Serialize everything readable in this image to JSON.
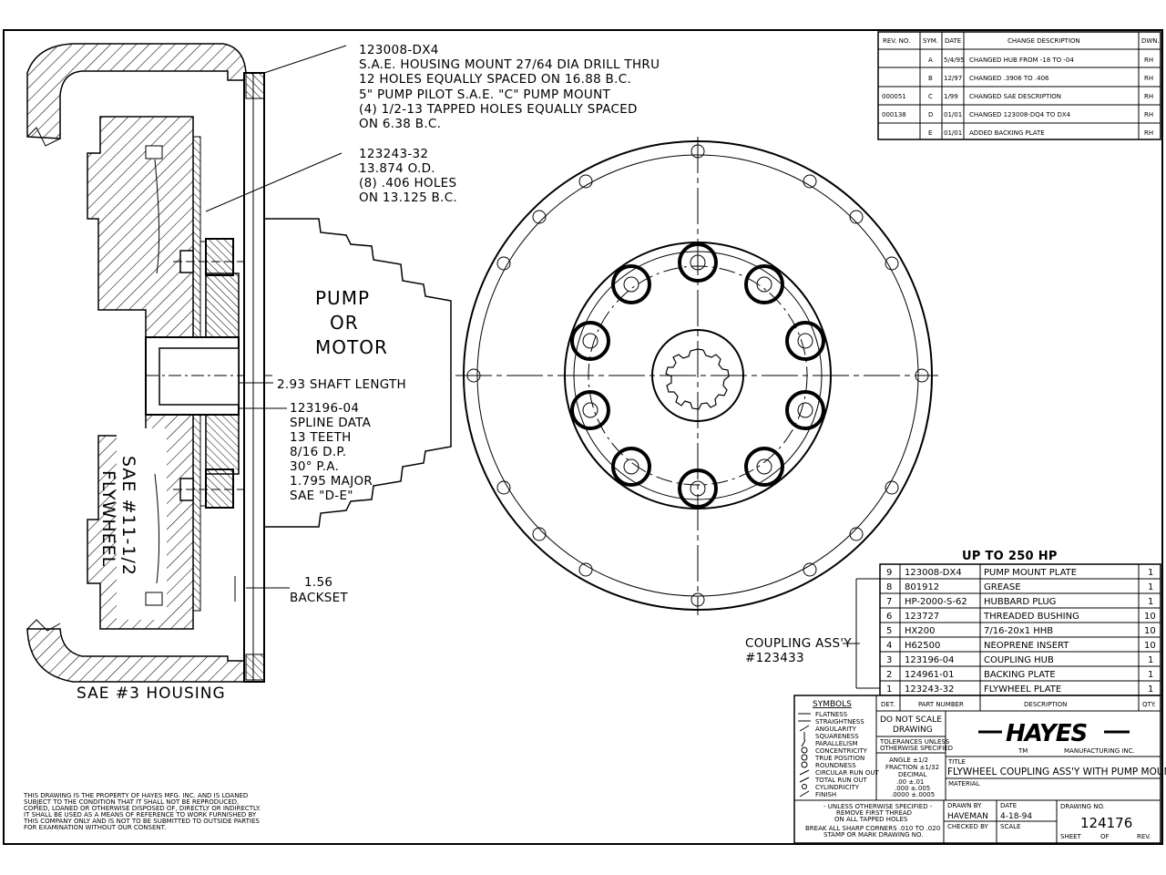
{
  "notes": {
    "housing_mount": [
      "123008-DX4",
      "S.A.E. HOUSING MOUNT 27/64 DIA DRILL THRU",
      "12 HOLES EQUALLY SPACED ON 16.88 B.C.",
      "5\" PUMP PILOT S.A.E. \"C\" PUMP MOUNT",
      "(4) 1/2-13 TAPPED HOLES EQUALLY SPACED",
      "ON 6.38 B.C."
    ],
    "flywheel_plate": [
      "123243-32",
      "13.874 O.D.",
      "(8) .406 HOLES",
      "ON 13.125 B.C."
    ],
    "pump": [
      "PUMP",
      "OR",
      "MOTOR"
    ],
    "shaft": "2.93 SHAFT LENGTH",
    "spline": [
      "123196-04",
      "SPLINE DATA",
      "13 TEETH",
      "8/16 D.P.",
      "30° P.A.",
      "1.795 MAJOR",
      "SAE \"D-E\""
    ],
    "backset": [
      "1.56",
      "BACKSET"
    ],
    "flywheel_label": [
      "SAE #11-1/2",
      "FLYWHEEL"
    ],
    "housing_label": "SAE #3 HOUSING",
    "coupling": [
      "COUPLING ASS'Y",
      "#123433"
    ],
    "disclaimer": [
      "THIS DRAWING IS THE PROPERTY OF HAYES MFG. INC. AND IS LOANED",
      "SUBJECT TO THE CONDITION THAT IT SHALL NOT BE REPRODUCED,",
      "COPIED, LOANED OR OTHERWISE DISPOSED OF, DIRECTLY OR INDIRECTLY.",
      "IT SHALL BE USED AS A MEANS OF REFERENCE TO WORK FURNISHED BY",
      "THIS COMPANY ONLY AND IS NOT TO BE SUBMITTED TO OUTSIDE PARTIES",
      "FOR EXAMINATION WITHOUT OUR CONSENT."
    ]
  },
  "revisions": {
    "headers": [
      "REV. NO.",
      "SYM.",
      "DATE",
      "CHANGE DESCRIPTION",
      "DWN."
    ],
    "rows": [
      {
        "rev": "",
        "sym": "A",
        "date": "5/4/95",
        "desc": "CHANGED HUB FROM -18 TO -04",
        "dwn": "RH"
      },
      {
        "rev": "",
        "sym": "B",
        "date": "12/97",
        "desc": "CHANGED .3906 TO .406",
        "dwn": "RH"
      },
      {
        "rev": "000051",
        "sym": "C",
        "date": "1/99",
        "desc": "CHANGED SAE DESCRIPTION",
        "dwn": "RH"
      },
      {
        "rev": "000138",
        "sym": "D",
        "date": "01/01",
        "desc": "CHANGED 123008-DQ4 TO DX4",
        "dwn": "RH"
      },
      {
        "rev": "",
        "sym": "E",
        "date": "01/01",
        "desc": "ADDED BACKING PLATE",
        "dwn": "RH"
      }
    ]
  },
  "bom": {
    "title": "UP TO 250 HP",
    "headers": [
      "DET.",
      "PART NUMBER",
      "DESCRIPTION",
      "QTY."
    ],
    "rows": [
      {
        "det": "9",
        "part": "123008-DX4",
        "desc": "PUMP MOUNT PLATE",
        "qty": "1"
      },
      {
        "det": "8",
        "part": "801912",
        "desc": "GREASE",
        "qty": "1"
      },
      {
        "det": "7",
        "part": "HP-2000-S-62",
        "desc": "HUBBARD PLUG",
        "qty": "1"
      },
      {
        "det": "6",
        "part": "123727",
        "desc": "THREADED BUSHING",
        "qty": "10"
      },
      {
        "det": "5",
        "part": "HX200",
        "desc": "7/16-20x1 HHB",
        "qty": "10"
      },
      {
        "det": "4",
        "part": "H62500",
        "desc": "NEOPRENE INSERT",
        "qty": "10"
      },
      {
        "det": "3",
        "part": "123196-04",
        "desc": "COUPLING HUB",
        "qty": "1"
      },
      {
        "det": "2",
        "part": "124961-01",
        "desc": "BACKING PLATE",
        "qty": "1"
      },
      {
        "det": "1",
        "part": "123243-32",
        "desc": "FLYWHEEL PLATE",
        "qty": "1"
      }
    ]
  },
  "title_block": {
    "symbols_title": "SYMBOLS",
    "symbols": [
      "FLATNESS",
      "STRAIGHTNESS",
      "ANGULARITY",
      "SQUARENESS",
      "PARALLELISM",
      "CONCENTRICITY",
      "TRUE POSITION",
      "ROUNDNESS",
      "CIRCULAR RUN OUT",
      "TOTAL RUN OUT",
      "CYLINDRICITY",
      "FINISH"
    ],
    "no_scale": [
      "DO NOT SCALE",
      "DRAWING"
    ],
    "tolerances": [
      "TOLERANCES UNLESS",
      "OTHERWISE SPECIFIED",
      "ANGLE ±1/2",
      "FRACTION ±1/32",
      "DECIMAL",
      ".00 ±.01",
      ".000 ±.005",
      ".0000 ±.0005"
    ],
    "company": "HAYES",
    "company_sub_tm": "TM",
    "company_sub": "MANUFACTURING INC.",
    "title_label": "TITLE",
    "title": "FLYWHEEL COUPLING ASS'Y WITH PUMP MOUNT PLATE",
    "material_label": "MATERIAL",
    "footnotes": [
      "- UNLESS OTHERWISE SPECIFIED -",
      "REMOVE FIRST THREAD",
      "ON ALL TAPPED HOLES",
      "BREAK ALL SHARP CORNERS .010 TO .020",
      "STAMP OR MARK DRAWING NO."
    ],
    "drawn_by_label": "DRAWN BY",
    "drawn_by": "HAVEMAN",
    "checked_by_label": "CHECKED BY",
    "date_label": "DATE",
    "date": "4-18-94",
    "scale_label": "SCALE",
    "drawing_no_label": "DRAWING NO.",
    "drawing_no": "124176",
    "sheet_label": "SHEET",
    "of_label": "OF",
    "rev_label": "REV."
  },
  "colors": {
    "ink": "#000000",
    "paper": "#ffffff"
  }
}
